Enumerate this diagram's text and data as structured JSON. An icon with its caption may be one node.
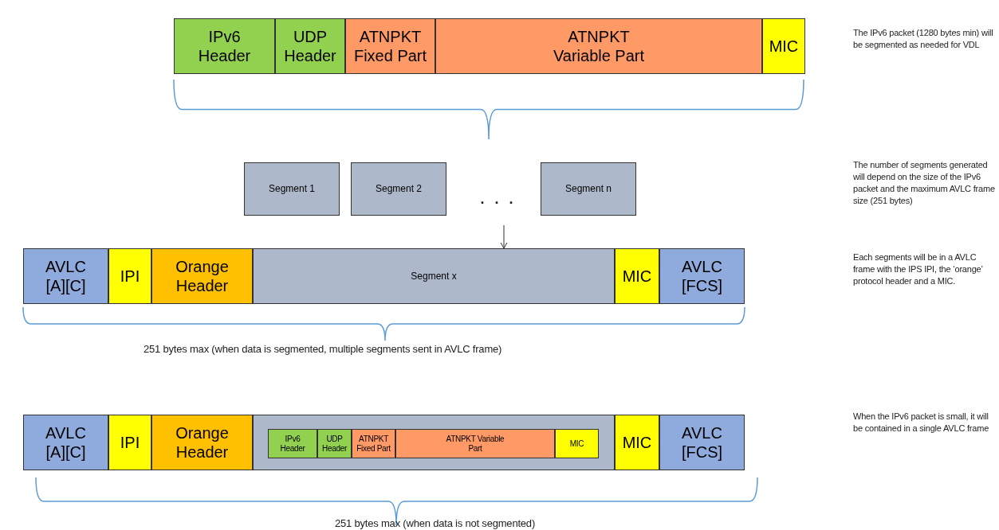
{
  "diagram": {
    "nodes": [
      {
        "text": [
          "IPv6 Header"
        ]
      },
      {
        "text": [
          "UDP Header"
        ]
      },
      {
        "text": [
          "ATNPKT Fixed Part"
        ]
      },
      {
        "text": [
          "ATNPKT Variable Part"
        ]
      },
      {
        "text": [
          "MIC"
        ]
      },
      {
        "text": [
          "Segment 1"
        ]
      },
      {
        "text": [
          "Segment 2"
        ]
      },
      {
        "text": [
          "Segment n"
        ]
      },
      {
        "text": [
          "AVLC [A][C]"
        ]
      },
      {
        "text": [
          "IPI"
        ]
      },
      {
        "text": [
          "Orange Header"
        ]
      },
      {
        "text": [
          "Segment x"
        ]
      },
      {
        "text": [
          "MIC"
        ]
      },
      {
        "text": [
          "AVLC [FCS]"
        ]
      },
      {
        "text": [
          "AVLC [A][C]"
        ]
      },
      {
        "text": [
          "IPI"
        ]
      },
      {
        "text": [
          "Orange Header"
        ]
      },
      {
        "text": [],
        "shape": "box"
      },
      {
        "text": [
          "IPv6 Header"
        ],
        "in": 17
      },
      {
        "text": [
          "UDP Header"
        ],
        "in": 17
      },
      {
        "text": [
          "ATNPKT Fixed Part"
        ],
        "in": 17
      },
      {
        "text": [
          "ATNPKT Variable Part"
        ],
        "in": 17
      },
      {
        "text": [
          "MIC"
        ],
        "in": 17
      },
      {
        "text": [
          "MIC"
        ]
      },
      {
        "text": [
          "AVLC [FCS]"
        ]
      }
    ],
    "edges": [
      {
        "from": null,
        "to": 11,
        "arrow": "to"
      }
    ],
    "labels": [
      "The IPv6 packet (1280 bytes min) will be segmented as needed for VDL",
      ". . .",
      "The number of segments generated will depend on the size of the IPv6 packet and the maximum AVLC frame size (251 bytes)",
      "Each segments will be in a AVLC frame with the IPS IPI, the ‘orange’ protocol header and a MIC.",
      "251 bytes max (when data is segmented, multiple segments sent in AVLC frame)",
      "When the IPv6 packet is small, it will be contained in a single AVLC frame",
      "251 bytes max (when data is not segmented)"
    ]
  }
}
